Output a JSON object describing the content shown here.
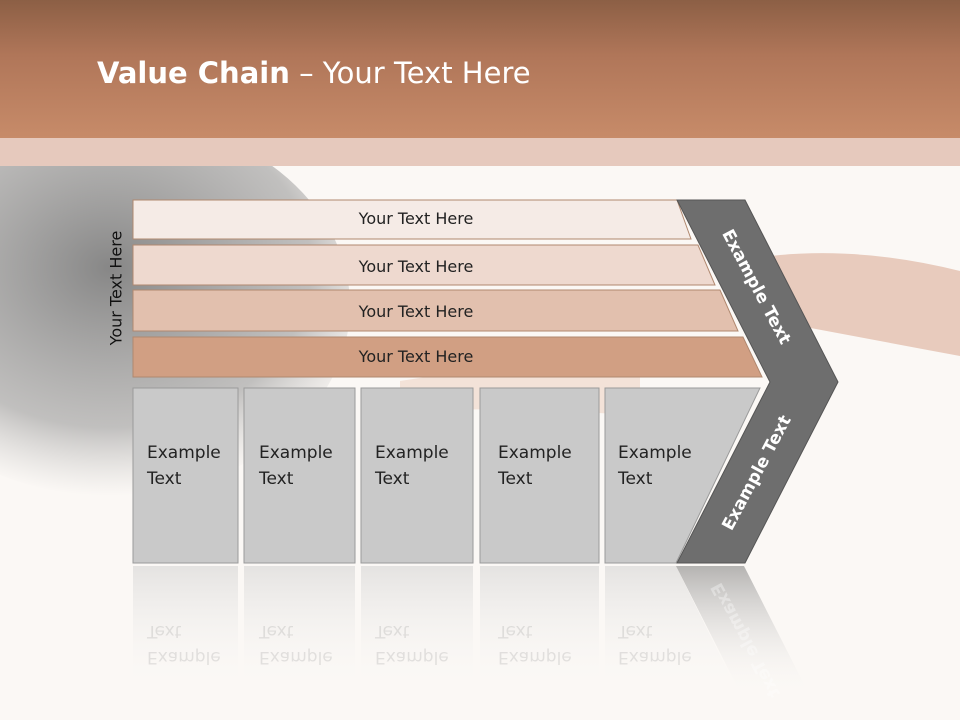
{
  "title": {
    "bold": "Value Chain",
    "rest": " – Your Text Here"
  },
  "side_label": "Your Text Here",
  "rows": [
    {
      "label": "Your Text Here",
      "color": "#f5ebe6"
    },
    {
      "label": "Your Text Here",
      "color": "#eed9cf"
    },
    {
      "label": "Your Text Here",
      "color": "#e2c0ae"
    },
    {
      "label": "Your Text Here",
      "color": "#d19f83"
    }
  ],
  "cells": [
    {
      "line1": "Example",
      "line2": "Text"
    },
    {
      "line1": "Example",
      "line2": "Text"
    },
    {
      "line1": "Example",
      "line2": "Text"
    },
    {
      "line1": "Example",
      "line2": "Text"
    },
    {
      "line1": "Example",
      "line2": "Text"
    }
  ],
  "chevron": {
    "top": "Example Text",
    "bottom": "Example Text",
    "color": "#6e6e6e"
  },
  "colors": {
    "header": "#c78b69",
    "band": "#e6c9bd",
    "cell": "#c9c9c9",
    "background": "#fbf8f5"
  }
}
